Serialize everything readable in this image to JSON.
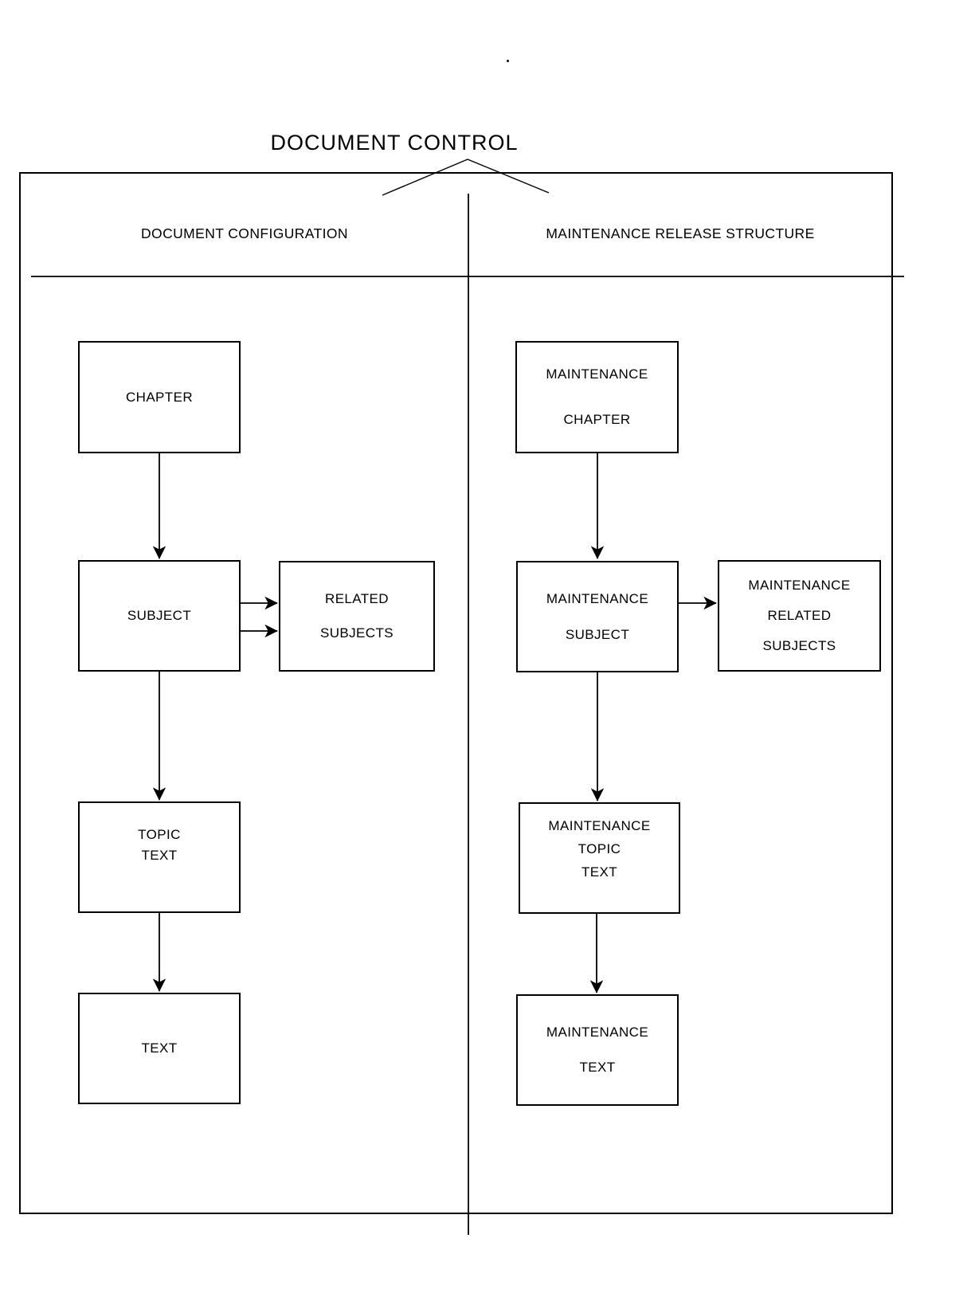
{
  "title": "DOCUMENT CONTROL",
  "columns": {
    "left": {
      "header": "DOCUMENT CONFIGURATION"
    },
    "right": {
      "header": "MAINTENANCE RELEASE STRUCTURE"
    }
  },
  "boxes": {
    "chapter": {
      "lines": [
        "CHAPTER"
      ]
    },
    "subject": {
      "lines": [
        "SUBJECT"
      ]
    },
    "related_subjects": {
      "lines": [
        "RELATED",
        "SUBJECTS"
      ]
    },
    "topic_text": {
      "lines": [
        "TOPIC",
        "TEXT"
      ]
    },
    "text": {
      "lines": [
        "TEXT"
      ]
    },
    "maintenance_chapter": {
      "lines": [
        "MAINTENANCE",
        "CHAPTER"
      ]
    },
    "maintenance_subject": {
      "lines": [
        "MAINTENANCE",
        "SUBJECT"
      ]
    },
    "maintenance_related_subjects": {
      "lines": [
        "MAINTENANCE",
        "RELATED",
        "SUBJECTS"
      ]
    },
    "maintenance_topic_text": {
      "lines": [
        "MAINTENANCE",
        "TOPIC",
        "TEXT"
      ]
    },
    "maintenance_text": {
      "lines": [
        "MAINTENANCE",
        "TEXT"
      ]
    }
  },
  "colors": {
    "line": "#000000",
    "background": "#ffffff"
  }
}
